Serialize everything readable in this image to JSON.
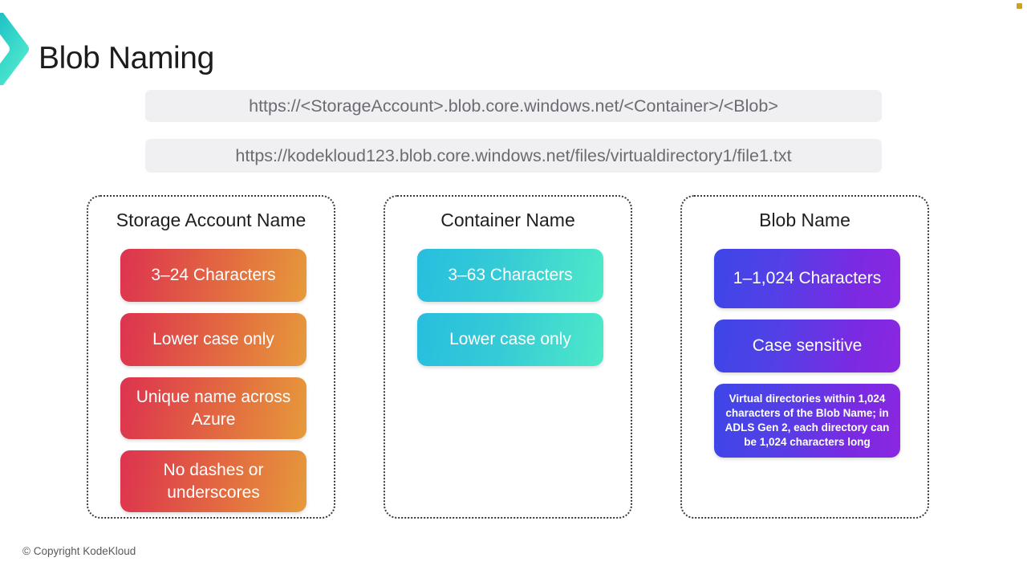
{
  "slide": {
    "title": "Blob Naming",
    "footer": "© Copyright KodeKloud",
    "logo_icon": "chevron-right-logo-icon",
    "corner_dot_icon": "gold-dot-icon",
    "accent_colors": {
      "warm_start": "#dd3450",
      "warm_end": "#e69a3b",
      "cool_start": "#27bedf",
      "cool_end": "#4ee9c8",
      "violet_start": "#3d46e8",
      "violet_end": "#8b27e0",
      "url_bar_bg": "#f0f0f3",
      "logo_teal": "#2ec9c4",
      "corner_dot": "#c9a227"
    }
  },
  "urls": {
    "template": "https://<StorageAccount>.blob.core.windows.net/<Container>/<Blob>",
    "example": "https://kodekloud123.blob.core.windows.net/files/virtualdirectory1/file1.txt"
  },
  "columns": [
    {
      "title": "Storage Account Name",
      "items": [
        {
          "text": "3–24 Characters"
        },
        {
          "text": "Lower case only"
        },
        {
          "text": "Unique name across Azure"
        },
        {
          "text": "No dashes or underscores"
        }
      ]
    },
    {
      "title": "Container Name",
      "items": [
        {
          "text": "3–63 Characters"
        },
        {
          "text": "Lower case only"
        }
      ]
    },
    {
      "title": "Blob Name",
      "items": [
        {
          "text": "1–1,024 Characters"
        },
        {
          "text": "Case sensitive"
        },
        {
          "text": "Virtual directories within 1,024 characters of the Blob Name; in ADLS Gen 2, each directory can be 1,024 characters long"
        }
      ]
    }
  ]
}
